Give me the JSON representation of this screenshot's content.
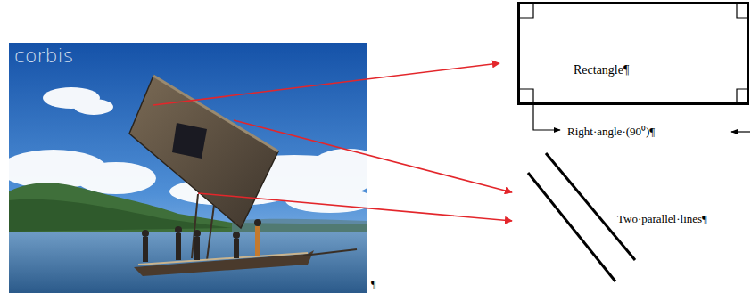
{
  "diagram": {
    "nodes": [
      {
        "text": [
          "Rectangle¶"
        ]
      }
    ],
    "labels": [
      "corbis",
      "Right·angle·(90⁰)¶",
      "Two·parallel·lines¶",
      "¶"
    ]
  }
}
